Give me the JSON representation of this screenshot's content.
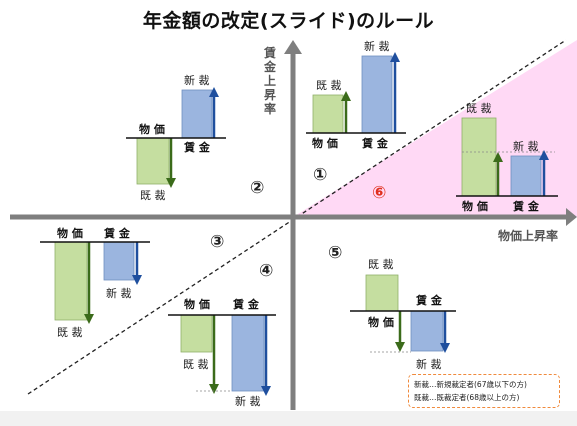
{
  "title": "年金額の改定(スライド)のルール",
  "axes": {
    "y_label": [
      "賃",
      "金",
      "上",
      "昇",
      "率"
    ],
    "x_label": "物価上昇率"
  },
  "regions": {
    "r1": "①",
    "r2": "②",
    "r3": "③",
    "r4": "④",
    "r5": "⑤",
    "r6": "⑥"
  },
  "labels": {
    "price": "物 価",
    "wage": "賃 金",
    "new": "新 裁",
    "existing": "既 裁"
  },
  "legend": {
    "line1": "新裁…新規裁定者(67歳以下の方)",
    "line2": "既裁…既裁定者(68歳以上の方)"
  },
  "colors": {
    "green_bar": "#c5dea0",
    "blue_bar": "#9bb5df",
    "green_arrow": "#3b6b1a",
    "blue_arrow": "#1f4f9e",
    "region6_fill": "#ffd9f5",
    "region6_number": "#e0301e"
  }
}
